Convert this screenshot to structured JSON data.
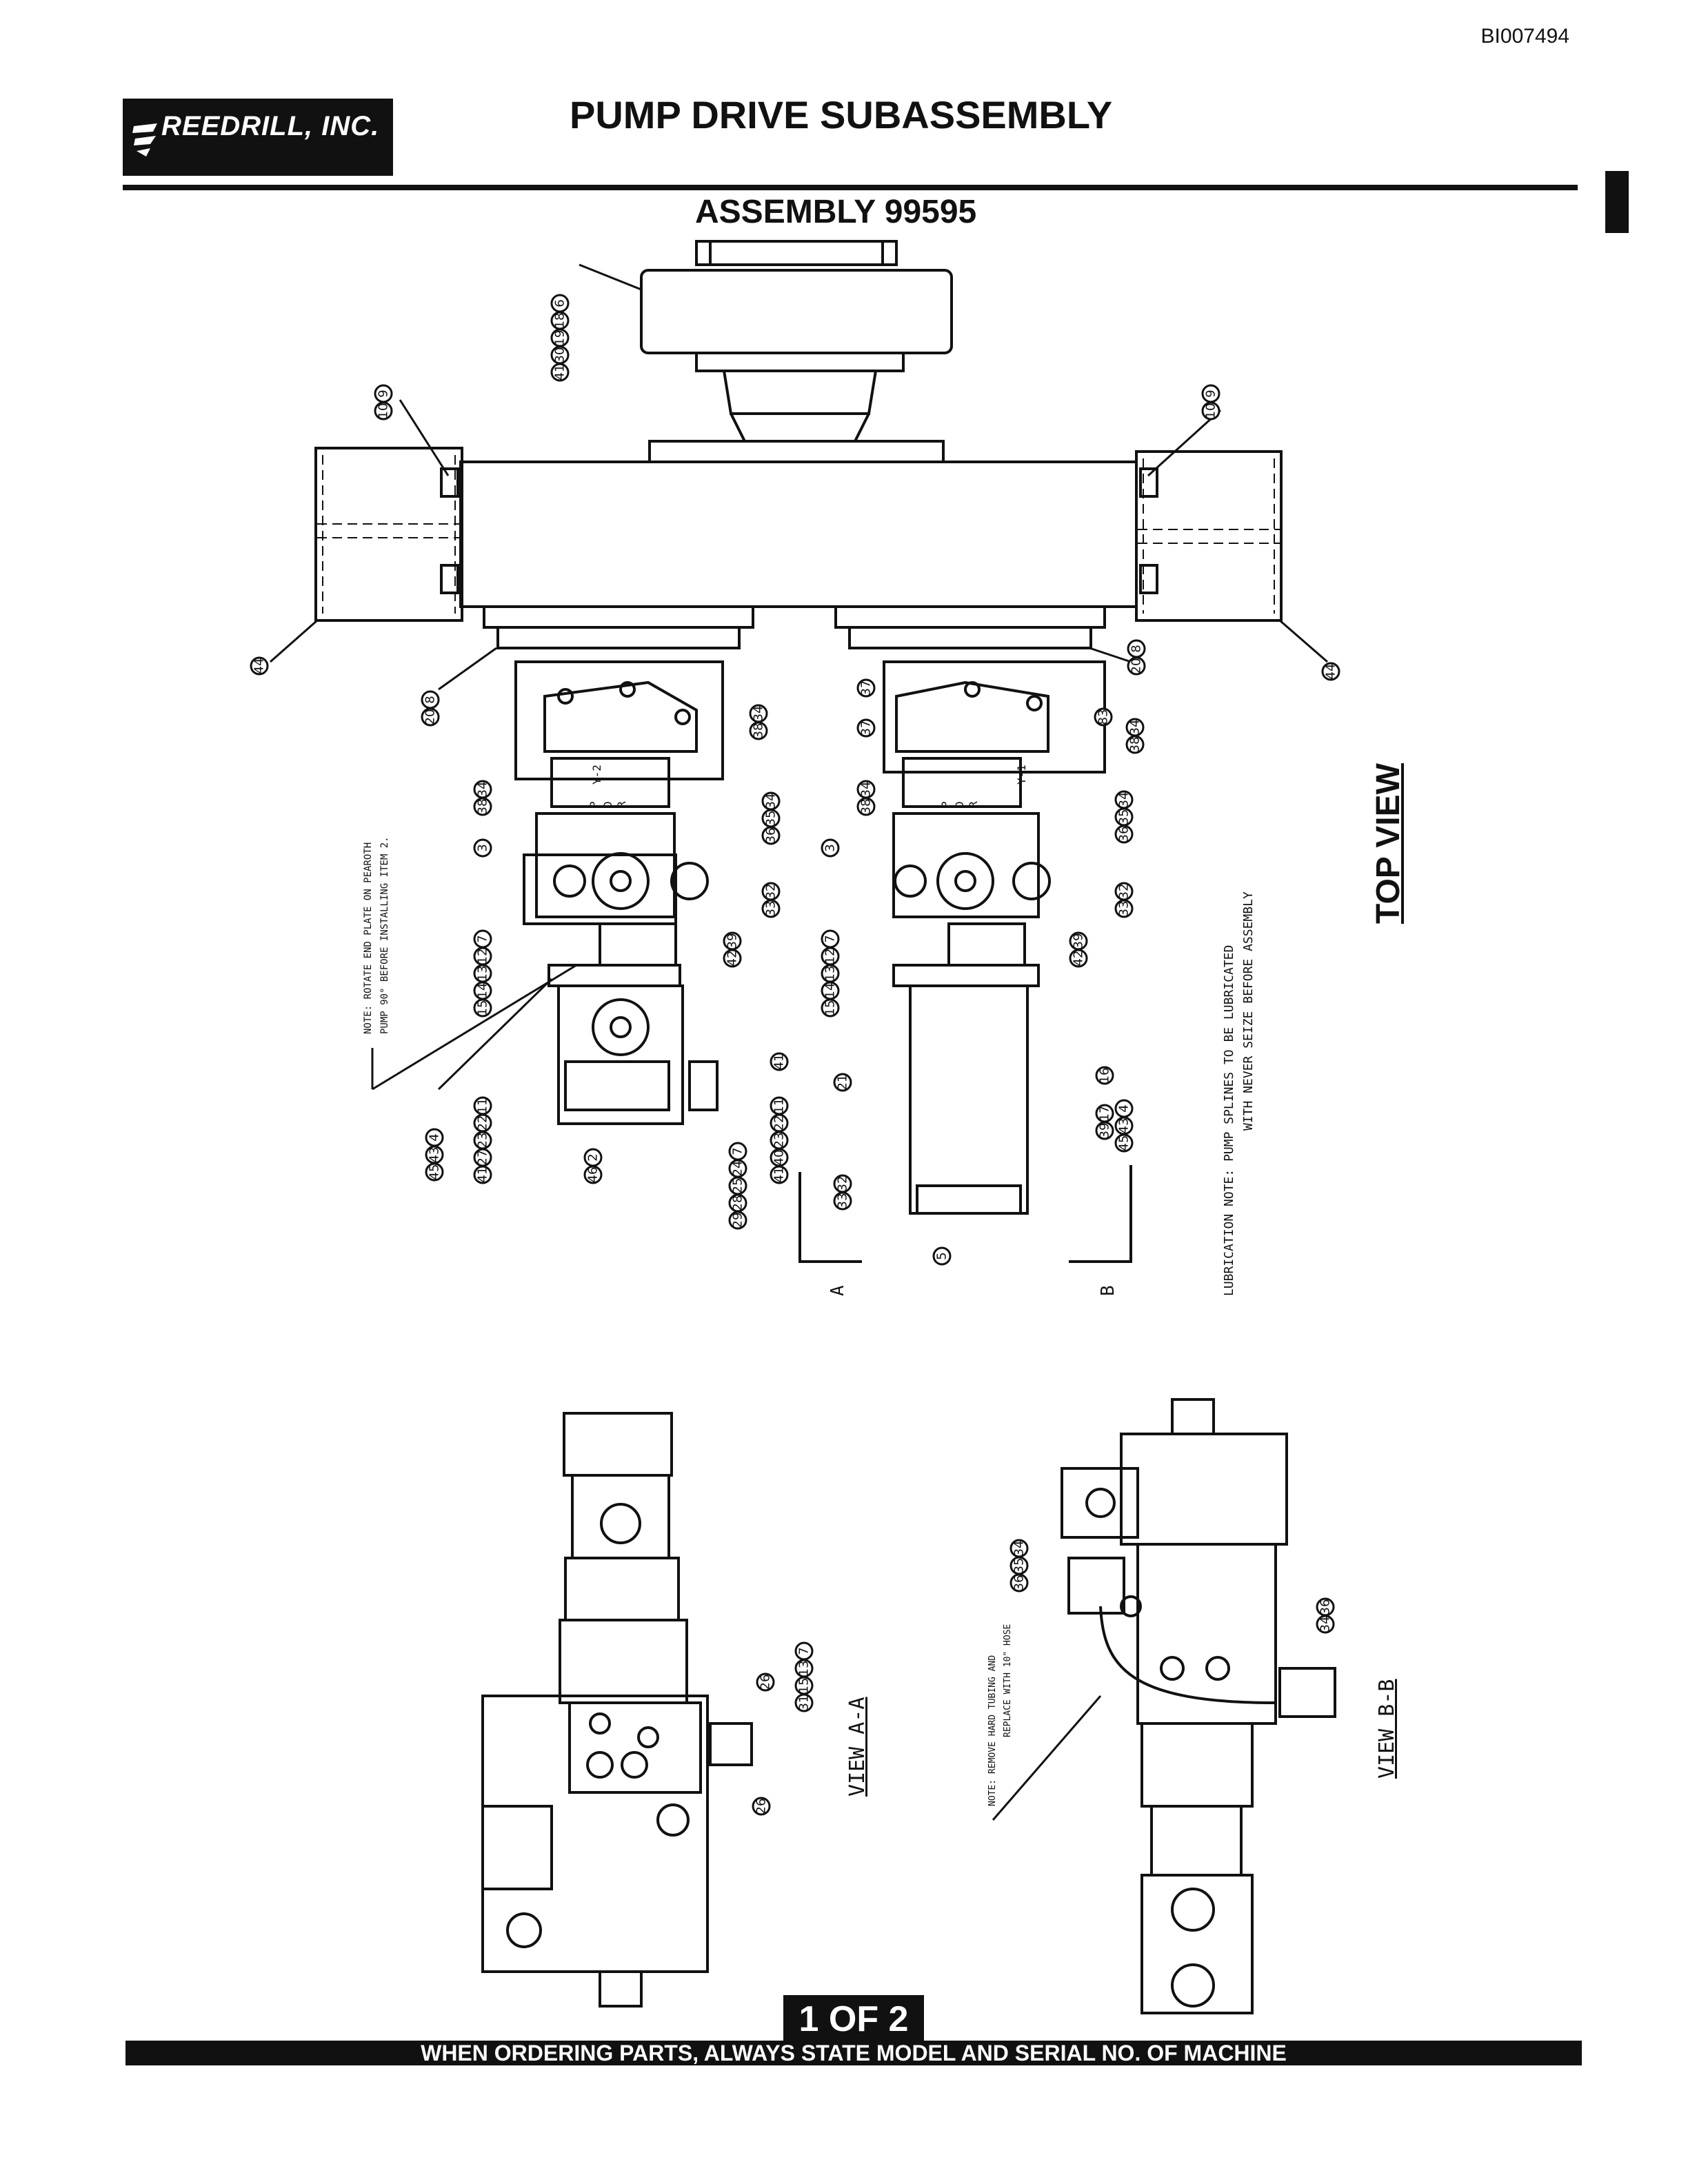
{
  "document": {
    "id": "BI007494",
    "company": "REEDRILL, INC.",
    "title": "PUMP DRIVE SUBASSEMBLY",
    "assembly": "ASSEMBLY 99595",
    "page": "1 OF 2",
    "footer": "WHEN ORDERING PARTS, ALWAYS STATE MODEL AND SERIAL NO. OF MACHINE"
  },
  "views": {
    "top": "TOP VIEW",
    "a": "VIEW A-A",
    "b": "VIEW B-B",
    "section_a": "A",
    "section_b": "B"
  },
  "notes": {
    "rotate_plate_1": "NOTE: ROTATE END PLATE ON PEAROTH",
    "rotate_plate_2": "PUMP 90° BEFORE INSTALLING ITEM 2.",
    "lubrication_1": "LUBRICATION NOTE: PUMP SPLINES TO BE LUBRICATED",
    "lubrication_2": "WITH NEVER SEIZE BEFORE ASSEMBLY",
    "hose_1": "NOTE: REMOVE HARD TUBING AND",
    "hose_2": "REPLACE WITH 10\" HOSE"
  },
  "valve_labels": {
    "port_p": "P",
    "port_d": "D",
    "port_r": "R",
    "left_code": "Y-2",
    "right_code": "Y-1"
  },
  "callouts": {
    "top_drive": [
      "6",
      "18",
      "19",
      "30",
      "41"
    ],
    "left_mount": [
      "9",
      "10"
    ],
    "right_mount": [
      "9",
      "10"
    ],
    "left_end": [
      "44"
    ],
    "right_end": [
      "44"
    ],
    "left_adapter": [
      "8",
      "20"
    ],
    "right_adapter": [
      "8",
      "20"
    ],
    "left_fit_upper": [
      "34",
      "38"
    ],
    "left_fit_mid": [
      "34",
      "38"
    ],
    "left_fit_lower": [
      "34",
      "35",
      "36"
    ],
    "left_fit_bottom": [
      "32",
      "33"
    ],
    "left_pump": [
      "3"
    ],
    "left_pump_kit": [
      "7",
      "12",
      "13",
      "14",
      "15"
    ],
    "left_elbow": [
      "39",
      "42"
    ],
    "right_top_a": [
      "37"
    ],
    "right_top_b": [
      "37"
    ],
    "right_top_c": [
      "83"
    ],
    "right_fit_upper": [
      "34",
      "38"
    ],
    "right_fit_mid": [
      "34",
      "38"
    ],
    "right_fit_lower": [
      "34",
      "35",
      "36"
    ],
    "right_fit_bottom": [
      "32",
      "33"
    ],
    "right_pump": [
      "3"
    ],
    "right_pump_kit": [
      "7",
      "12",
      "13",
      "14",
      "15"
    ],
    "right_elbow": [
      "39",
      "42"
    ],
    "left_lower_kit": [
      "4",
      "43",
      "45"
    ],
    "left_lower_seal": [
      "11",
      "22",
      "23",
      "27",
      "41"
    ],
    "left_lower_pump": [
      "2",
      "46"
    ],
    "left_lower_fit": [
      "7",
      "24",
      "25",
      "28",
      "29"
    ],
    "left_lower_fit2": [
      "11",
      "22",
      "23",
      "40",
      "41"
    ],
    "left_lower_fit3": [
      "41"
    ],
    "right_lower_a": [
      "21"
    ],
    "right_lower_b": [
      "32",
      "33"
    ],
    "right_lower_c": [
      "16"
    ],
    "right_lower_d": [
      "17",
      "39"
    ],
    "right_lower_kit": [
      "4",
      "43",
      "45"
    ],
    "right_lower_pump": [
      "5"
    ],
    "va_a": [
      "26"
    ],
    "va_b": [
      "7",
      "13",
      "15",
      "31"
    ],
    "va_c": [
      "26"
    ],
    "vb_a": [
      "34",
      "35",
      "36"
    ],
    "vb_b": [
      "36",
      "34"
    ]
  }
}
